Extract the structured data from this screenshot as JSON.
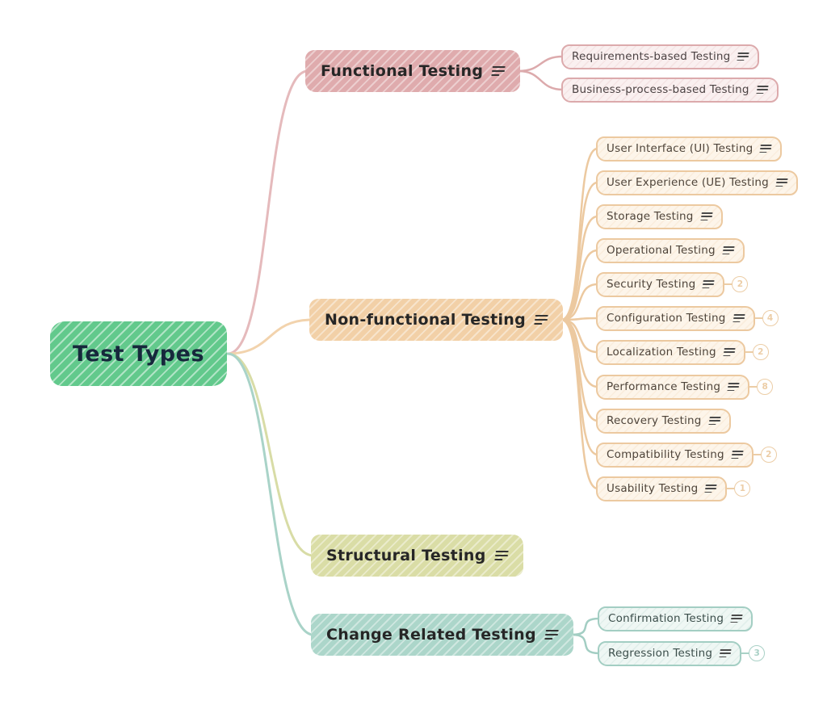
{
  "root": {
    "label": "Test Types",
    "fill": "#62c98c",
    "text_color": "#16283c"
  },
  "branches": [
    {
      "id": "functional",
      "label": "Functional Testing",
      "note_icon": "notes-icon",
      "colors": {
        "node_fill": "#dfabad",
        "node_text": "#262626",
        "line": "#e5babc",
        "child_fill": "#faf0f0",
        "child_border": "#dcaaac",
        "child_text": "#4b4243",
        "badge": "#e0b4b6"
      },
      "children": [
        {
          "label": "Requirements-based Testing",
          "note_icon": "notes-icon"
        },
        {
          "label": "Business-process-based Testing",
          "note_icon": "notes-icon"
        }
      ]
    },
    {
      "id": "nonfunctional",
      "label": "Non-functional Testing",
      "note_icon": "notes-icon",
      "colors": {
        "node_fill": "#f2d0a7",
        "node_text": "#262626",
        "line": "#f2d3ad",
        "child_fill": "#fdf5ea",
        "child_border": "#ecc9a0",
        "child_text": "#4e443a",
        "badge": "#eccda6"
      },
      "children": [
        {
          "label": "User Interface (UI) Testing",
          "note_icon": "notes-icon"
        },
        {
          "label": "User Experience (UE) Testing",
          "note_icon": "notes-icon"
        },
        {
          "label": "Storage Testing",
          "note_icon": "notes-icon"
        },
        {
          "label": "Operational Testing",
          "note_icon": "notes-icon"
        },
        {
          "label": "Security Testing",
          "note_icon": "notes-icon",
          "badge": "2"
        },
        {
          "label": "Configuration Testing",
          "note_icon": "notes-icon",
          "badge": "4"
        },
        {
          "label": "Localization Testing",
          "note_icon": "notes-icon",
          "badge": "2"
        },
        {
          "label": "Performance Testing",
          "note_icon": "notes-icon",
          "badge": "8"
        },
        {
          "label": "Recovery Testing",
          "note_icon": "notes-icon"
        },
        {
          "label": "Compatibility Testing",
          "note_icon": "notes-icon",
          "badge": "2"
        },
        {
          "label": "Usability Testing",
          "note_icon": "notes-icon",
          "badge": "1"
        }
      ]
    },
    {
      "id": "structural",
      "label": "Structural Testing",
      "note_icon": "notes-icon",
      "colors": {
        "node_fill": "#dadda6",
        "node_text": "#262626",
        "line": "#d8dca6"
      },
      "children": []
    },
    {
      "id": "changerelated",
      "label": "Change Related Testing",
      "note_icon": "notes-icon",
      "colors": {
        "node_fill": "#acd6ca",
        "node_text": "#262626",
        "line": "#a9d3c8",
        "child_fill": "#eff7f4",
        "child_border": "#a3cec3",
        "child_text": "#3c4e4b",
        "badge": "#a9d1c6"
      },
      "children": [
        {
          "label": "Confirmation Testing",
          "note_icon": "notes-icon"
        },
        {
          "label": "Regression Testing",
          "note_icon": "notes-icon",
          "badge": "3"
        }
      ]
    }
  ]
}
